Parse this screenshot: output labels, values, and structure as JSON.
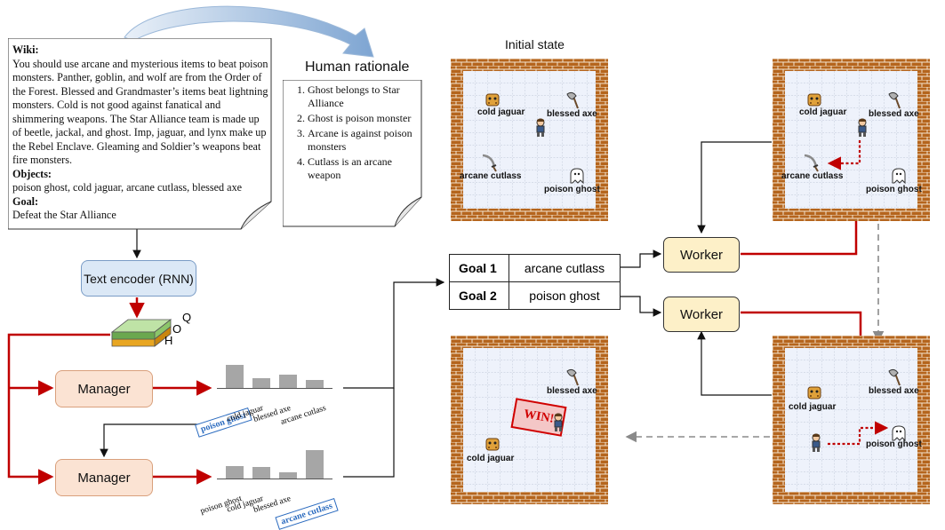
{
  "wiki": {
    "heading": "Wiki:",
    "text": "You should use arcane and mysterious items to beat poison monsters. Panther, goblin, and wolf are from the Order of the Forest. Blessed and Grandmaster’s items beat lightning monsters. Cold is not good against fanatical and shimmering weapons. The Star Alliance team is made up of beetle, jackal, and ghost. Imp, jaguar, and lynx make up the Rebel Enclave. Gleaming and Soldier’s weapons beat fire monsters.",
    "objects_heading": "Objects:",
    "objects_text": "poison ghost, cold jaguar, arcane cutlass, blessed axe",
    "goal_heading": "Goal:",
    "goal_text": "Defeat the Star Alliance"
  },
  "rationale": {
    "title": "Human rationale",
    "items": [
      "Ghost belongs to Star Alliance",
      "Ghost is poison monster",
      "Arcane is against poison monsters",
      "Cutlass is an arcane weapon"
    ]
  },
  "encoder": {
    "label": "Text encoder (RNN)"
  },
  "tensor_axes": {
    "h": "H",
    "o": "O",
    "q": "Q"
  },
  "managers": [
    {
      "label": "Manager",
      "bars": [
        {
          "label": "poison ghost",
          "value": 0.85,
          "highlight": true
        },
        {
          "label": "cold jaguar",
          "value": 0.35
        },
        {
          "label": "blessed axe",
          "value": 0.5
        },
        {
          "label": "arcane cutlass",
          "value": 0.3
        }
      ]
    },
    {
      "label": "Manager",
      "bars": [
        {
          "label": "poison ghost",
          "value": 0.4
        },
        {
          "label": "cold jaguar",
          "value": 0.35
        },
        {
          "label": "blessed axe",
          "value": 0.2
        },
        {
          "label": "arcane cutlass",
          "value": 0.9,
          "highlight": true
        }
      ]
    }
  ],
  "goals": [
    {
      "name": "Goal 1",
      "value": "arcane cutlass"
    },
    {
      "name": "Goal 2",
      "value": "poison ghost"
    }
  ],
  "workers": [
    {
      "label": "Worker"
    },
    {
      "label": "Worker"
    }
  ],
  "initial_state": {
    "title": "Initial state"
  },
  "grid_labels": {
    "cold_jaguar": "cold jaguar",
    "blessed_axe": "blessed axe",
    "arcane_cutlass": "arcane cutlass",
    "poison_ghost": "poison ghost"
  },
  "win_text": "WIN!",
  "colors": {
    "red": "#c00000",
    "gray": "#8a8a8a",
    "brick": "#b5651d",
    "grid_bg": "#eef2fb",
    "blue_arrow": "#8fb0d6"
  }
}
